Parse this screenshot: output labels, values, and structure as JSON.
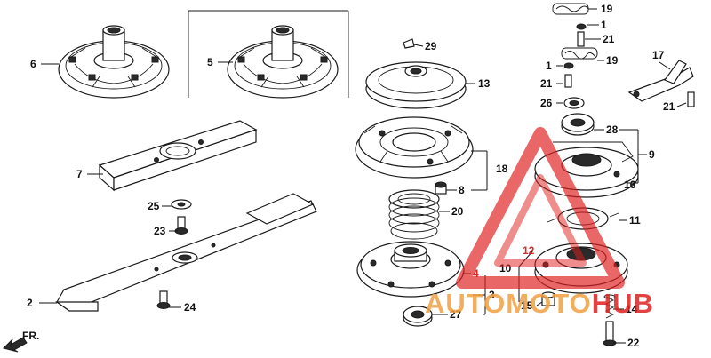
{
  "callouts": {
    "c1a": "1",
    "c1b": "1",
    "c2": "2",
    "c3": "3",
    "c4": "4",
    "c5": "5",
    "c6": "6",
    "c7": "7",
    "c8": "8",
    "c9": "9",
    "c10": "10",
    "c11": "11",
    "c12": "12",
    "c13": "13",
    "c14": "14",
    "c15": "15",
    "c16": "16",
    "c17": "17",
    "c18": "18",
    "c19a": "19",
    "c19b": "19",
    "c20": "20",
    "c21a": "21",
    "c21b": "21",
    "c21c": "21",
    "c22": "22",
    "c23": "23",
    "c24": "24",
    "c25": "25",
    "c26": "26",
    "c27": "27",
    "c28": "28",
    "c29": "29"
  },
  "direction_label": "FR.",
  "watermark": {
    "part1": "AUTO",
    "part2": "MOTO",
    "part3": "HUB",
    "colors": {
      "orange": "#f0a040",
      "red": "#e02020"
    }
  }
}
